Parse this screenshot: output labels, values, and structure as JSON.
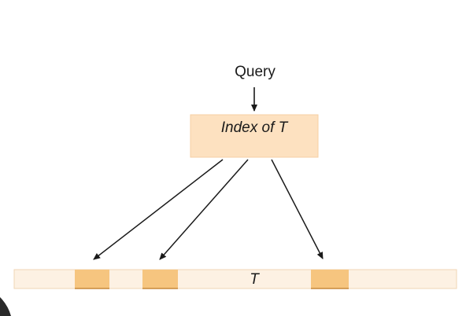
{
  "diagram": {
    "query_label": "Query",
    "index_label": "Index of T",
    "text_label": "T",
    "colors": {
      "index_box_fill": "#fde1c0",
      "index_box_stroke": "#f6cfa3",
      "text_strip_fill": "#fdf1e3",
      "text_strip_stroke": "#f0d6b6",
      "hit_fill": "#f6c57f",
      "hit_stroke": "#c98a3a",
      "arrow": "#1a1a1a"
    },
    "hits": [
      {
        "name": "occurrence-1"
      },
      {
        "name": "occurrence-2"
      },
      {
        "name": "occurrence-3"
      }
    ]
  }
}
